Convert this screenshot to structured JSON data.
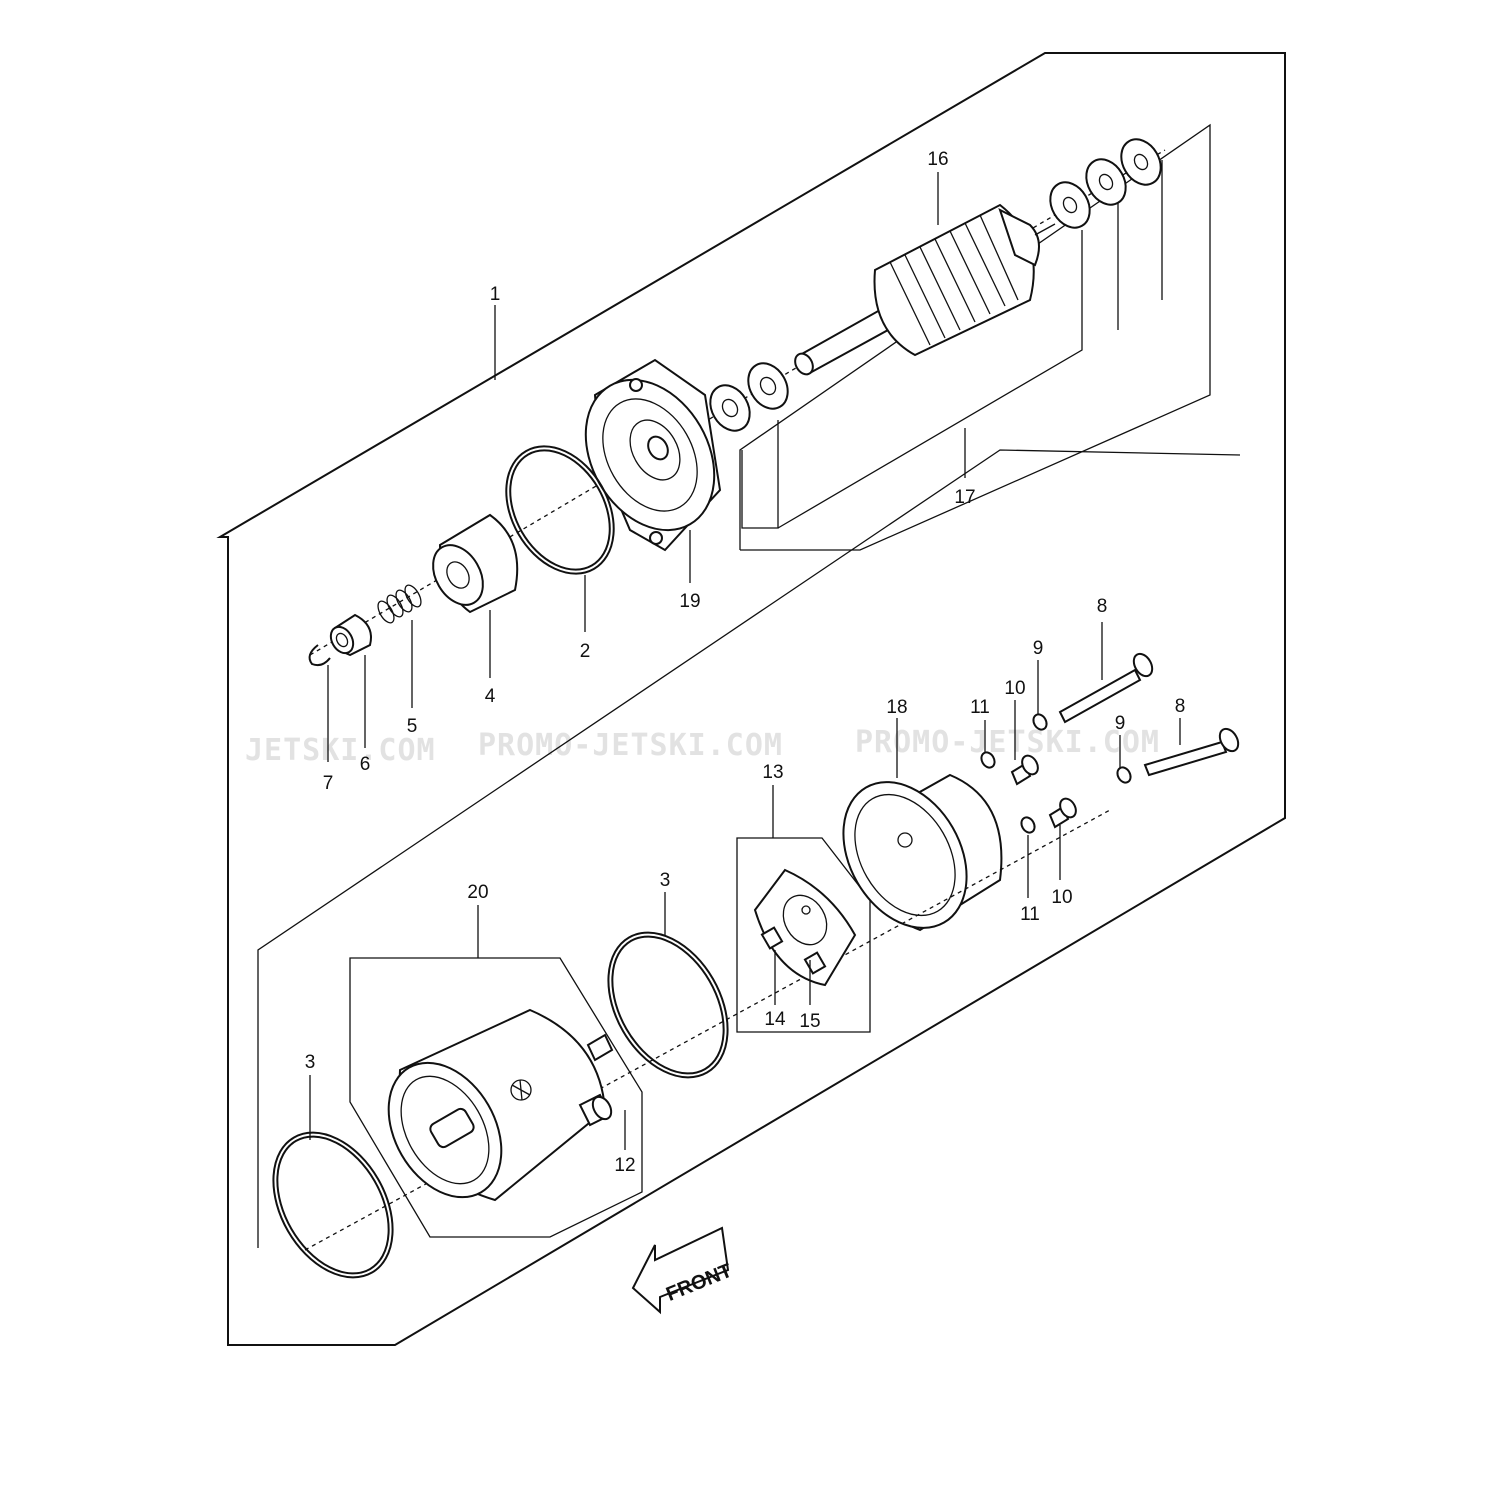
{
  "watermarks": [
    {
      "text": "JETSKI.COM"
    },
    {
      "text": "PROMO-JETSKI.COM"
    },
    {
      "text": "PROMO-JETSKI.COM"
    }
  ],
  "callouts": [
    {
      "id": "1",
      "text": "1"
    },
    {
      "id": "2",
      "text": "2"
    },
    {
      "id": "3a",
      "text": "3"
    },
    {
      "id": "3b",
      "text": "3"
    },
    {
      "id": "4",
      "text": "4"
    },
    {
      "id": "5",
      "text": "5"
    },
    {
      "id": "6",
      "text": "6"
    },
    {
      "id": "7",
      "text": "7"
    },
    {
      "id": "8a",
      "text": "8"
    },
    {
      "id": "8b",
      "text": "8"
    },
    {
      "id": "9a",
      "text": "9"
    },
    {
      "id": "9b",
      "text": "9"
    },
    {
      "id": "10a",
      "text": "10"
    },
    {
      "id": "10b",
      "text": "10"
    },
    {
      "id": "11a",
      "text": "11"
    },
    {
      "id": "11b",
      "text": "11"
    },
    {
      "id": "12",
      "text": "12"
    },
    {
      "id": "13",
      "text": "13"
    },
    {
      "id": "14",
      "text": "14"
    },
    {
      "id": "15",
      "text": "15"
    },
    {
      "id": "16",
      "text": "16"
    },
    {
      "id": "17",
      "text": "17"
    },
    {
      "id": "18",
      "text": "18"
    },
    {
      "id": "19",
      "text": "19"
    },
    {
      "id": "20",
      "text": "20"
    }
  ],
  "front_label": "FRONT",
  "colors": {
    "ink": "#111111",
    "paper": "#ffffff",
    "watermark": "#e2e2e2"
  }
}
